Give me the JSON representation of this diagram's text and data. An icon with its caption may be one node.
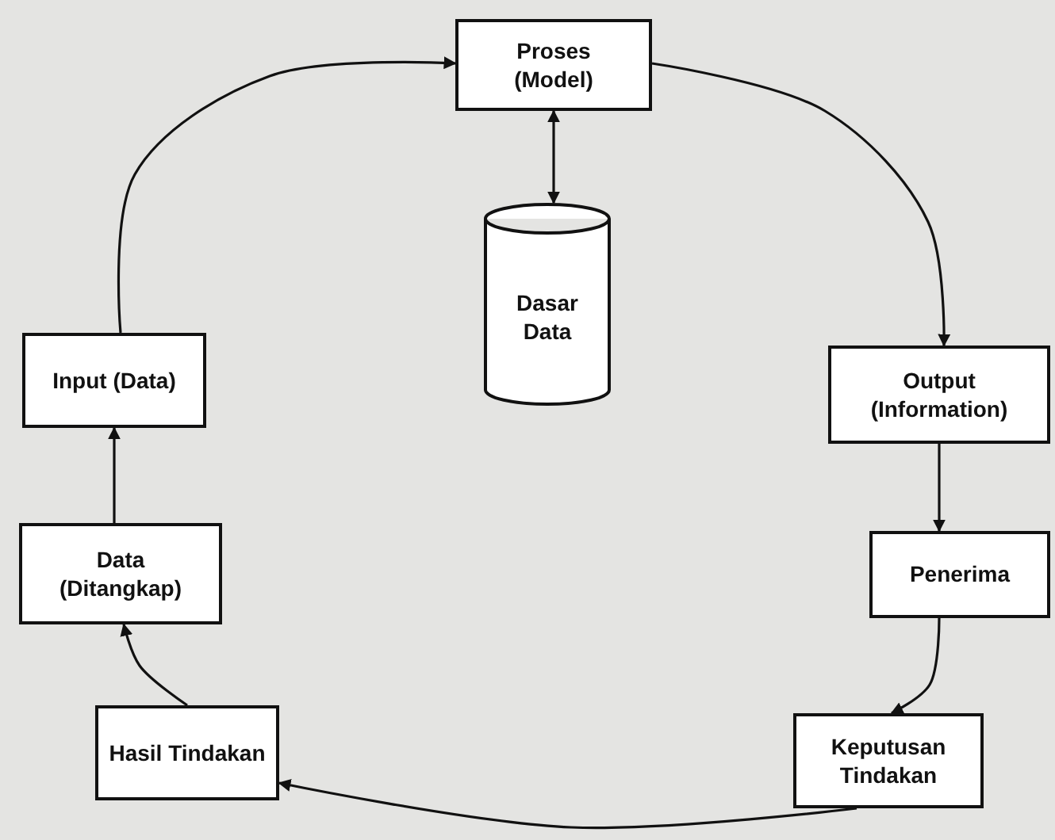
{
  "diagram": {
    "nodes": [
      {
        "text": [
          "Proses (Model)"
        ]
      },
      {
        "text": [
          "Dasar Data"
        ]
      },
      {
        "text": [
          "Output (Information)"
        ]
      },
      {
        "text": [
          "Penerima"
        ]
      },
      {
        "text": [
          "Keputusan Tindakan"
        ]
      },
      {
        "text": [
          "Hasil Tindakan"
        ]
      },
      {
        "text": [
          "Data (Ditangkap)"
        ]
      },
      {
        "text": [
          "Input (Data)"
        ]
      }
    ],
    "edges": [
      {
        "from": 0,
        "to": 1,
        "arrow": "both"
      },
      {
        "from": 0,
        "to": 2,
        "arrow": "to"
      },
      {
        "from": 2,
        "to": 3,
        "arrow": "to"
      },
      {
        "from": 3,
        "to": 4,
        "arrow": "to"
      },
      {
        "from": 4,
        "to": 5,
        "arrow": "to"
      },
      {
        "from": 5,
        "to": 6,
        "arrow": "to"
      },
      {
        "from": 6,
        "to": 7,
        "arrow": "to"
      },
      {
        "from": 7,
        "to": 0,
        "arrow": "to"
      }
    ]
  }
}
